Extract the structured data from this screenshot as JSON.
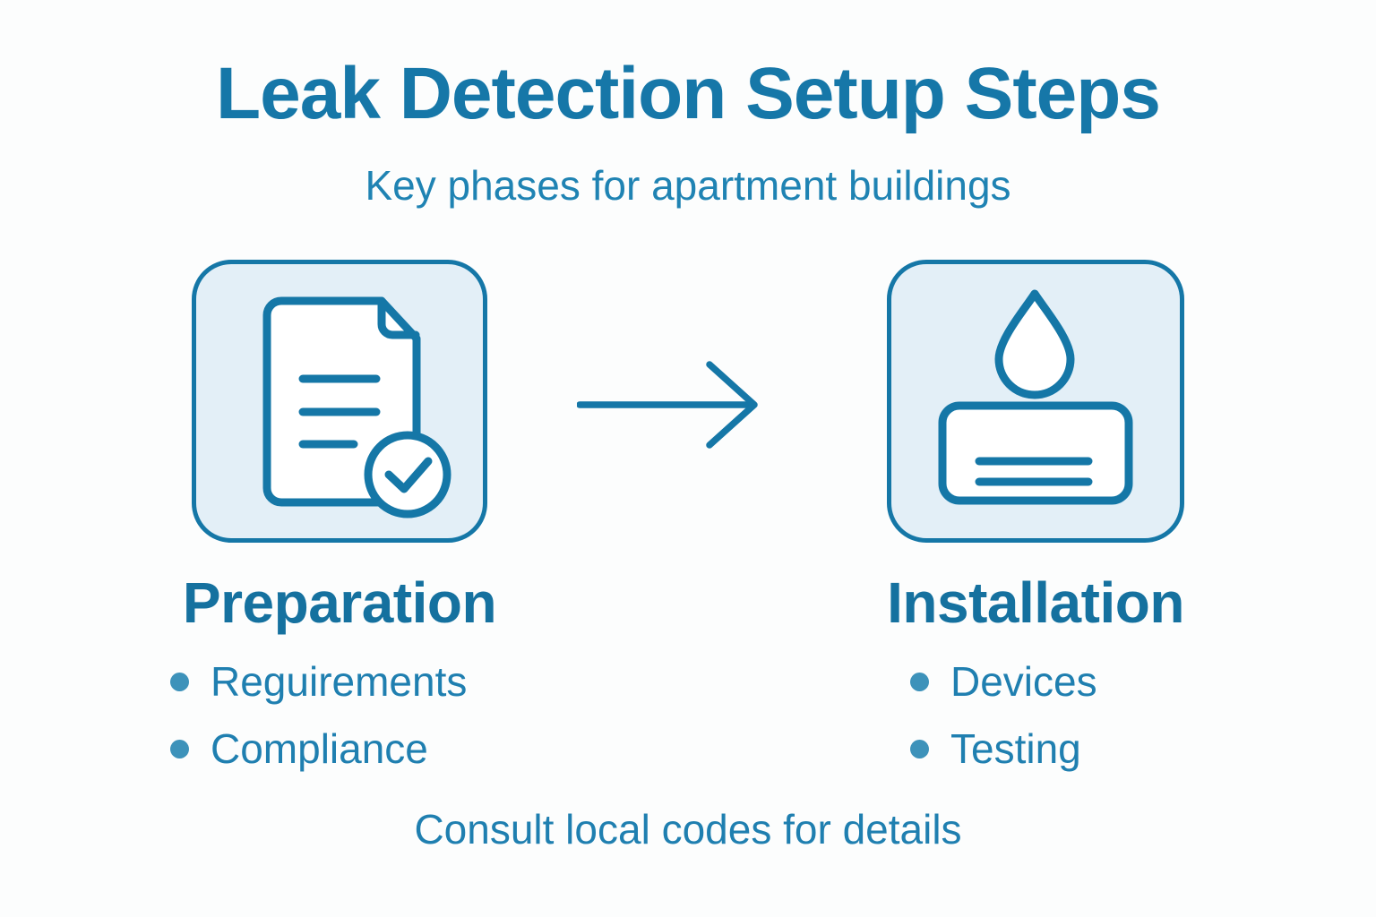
{
  "palette": {
    "background": "#fcfdfd",
    "accent": "#1577a7",
    "title": "#1677a8",
    "subtitle": "#1f83b3",
    "heading": "#15719f",
    "body": "#1f7fb0",
    "bullet_dot": "#3d92ba",
    "card_bg": "#e3eff7"
  },
  "header": {
    "title": "Leak Detection Setup Steps",
    "subtitle": "Key phases for apartment buildings"
  },
  "steps": [
    {
      "id": "preparation",
      "icon": "document-check-icon",
      "heading": "Preparation",
      "bullets": [
        "Reguirements",
        "Compliance"
      ]
    },
    {
      "id": "installation",
      "icon": "water-drop-sensor-icon",
      "heading": "Installation",
      "bullets": [
        "Devices",
        "Testing"
      ]
    }
  ],
  "connector": {
    "icon": "arrow-right-icon",
    "direction": "right"
  },
  "footer": {
    "note": "Consult local codes for details"
  }
}
